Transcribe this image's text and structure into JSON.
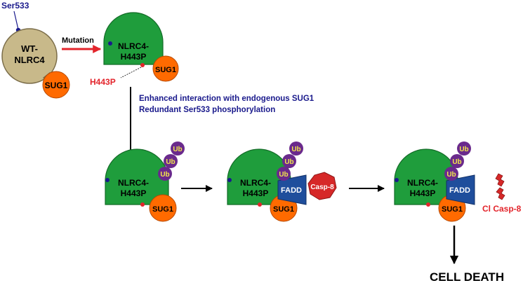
{
  "colors": {
    "wt_fill": "#c8b98a",
    "nlrc4_fill": "#1f9d3c",
    "sug1_fill": "#ff6a00",
    "ub_fill": "#6a2a8c",
    "ub_text": "#f2e64c",
    "fadd_fill": "#1f4e9c",
    "casp8_fill": "#d62828",
    "mutation_arrow": "#e3242b",
    "navy_text": "#1a1a8c",
    "red_text": "#e3242b",
    "black": "#000000"
  },
  "labels": {
    "ser533": "Ser533",
    "wt_line1": "WT-",
    "wt_line2": "NLRC4",
    "mutation": "Mutation",
    "mut_line1": "NLRC4-",
    "mut_line2": "H443P",
    "sug1": "SUG1",
    "h443p": "H443P",
    "enhanced": "Enhanced interaction with endogenous SUG1",
    "redundant": "Redundant Ser533 phosphorylation",
    "ub": "Ub",
    "fadd": "FADD",
    "casp8": "Casp-8",
    "cl_casp8": "Cl Casp-8",
    "cell_death": "CELL DEATH"
  }
}
